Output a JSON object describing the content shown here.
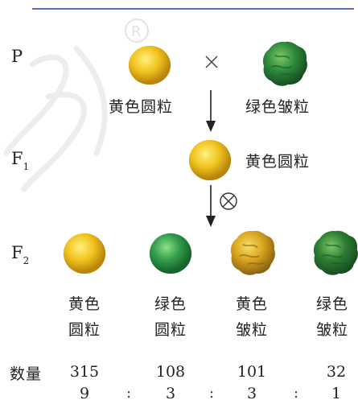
{
  "generations": {
    "p": "P",
    "f1": "F",
    "f1_sub": "1",
    "f2": "F",
    "f2_sub": "2"
  },
  "cross_symbol": "×",
  "self_symbol": "⊗",
  "parents": {
    "left_label": "黄色圆粒",
    "right_label": "绿色皱粒"
  },
  "f1_label": "黄色圆粒",
  "f2": {
    "phenotypes": [
      {
        "line1": "黄色",
        "line2": "圆粒",
        "count": "315",
        "ratio": "9",
        "color": "#e8b81c",
        "shape": "round"
      },
      {
        "line1": "绿色",
        "line2": "圆粒",
        "count": "108",
        "ratio": "3",
        "color": "#2f9a4a",
        "shape": "round"
      },
      {
        "line1": "黄色",
        "line2": "皱粒",
        "count": "101",
        "ratio": "3",
        "color": "#d9a51e",
        "shape": "wrinkled"
      },
      {
        "line1": "绿色",
        "line2": "皱粒",
        "count": "32",
        "ratio": "1",
        "color": "#2e7d32",
        "shape": "wrinkled"
      }
    ],
    "count_label": "数量",
    "colon": ":"
  },
  "colors": {
    "rule": "#5a6fb8",
    "yellow": "#e8b81c",
    "green": "#2e8a3c",
    "arrow": "#222222"
  },
  "icons": {
    "pea_round": "round-pea-icon",
    "pea_wrinkled": "wrinkled-pea-icon",
    "cross": "cross-icon",
    "selfing": "selfing-icon"
  }
}
